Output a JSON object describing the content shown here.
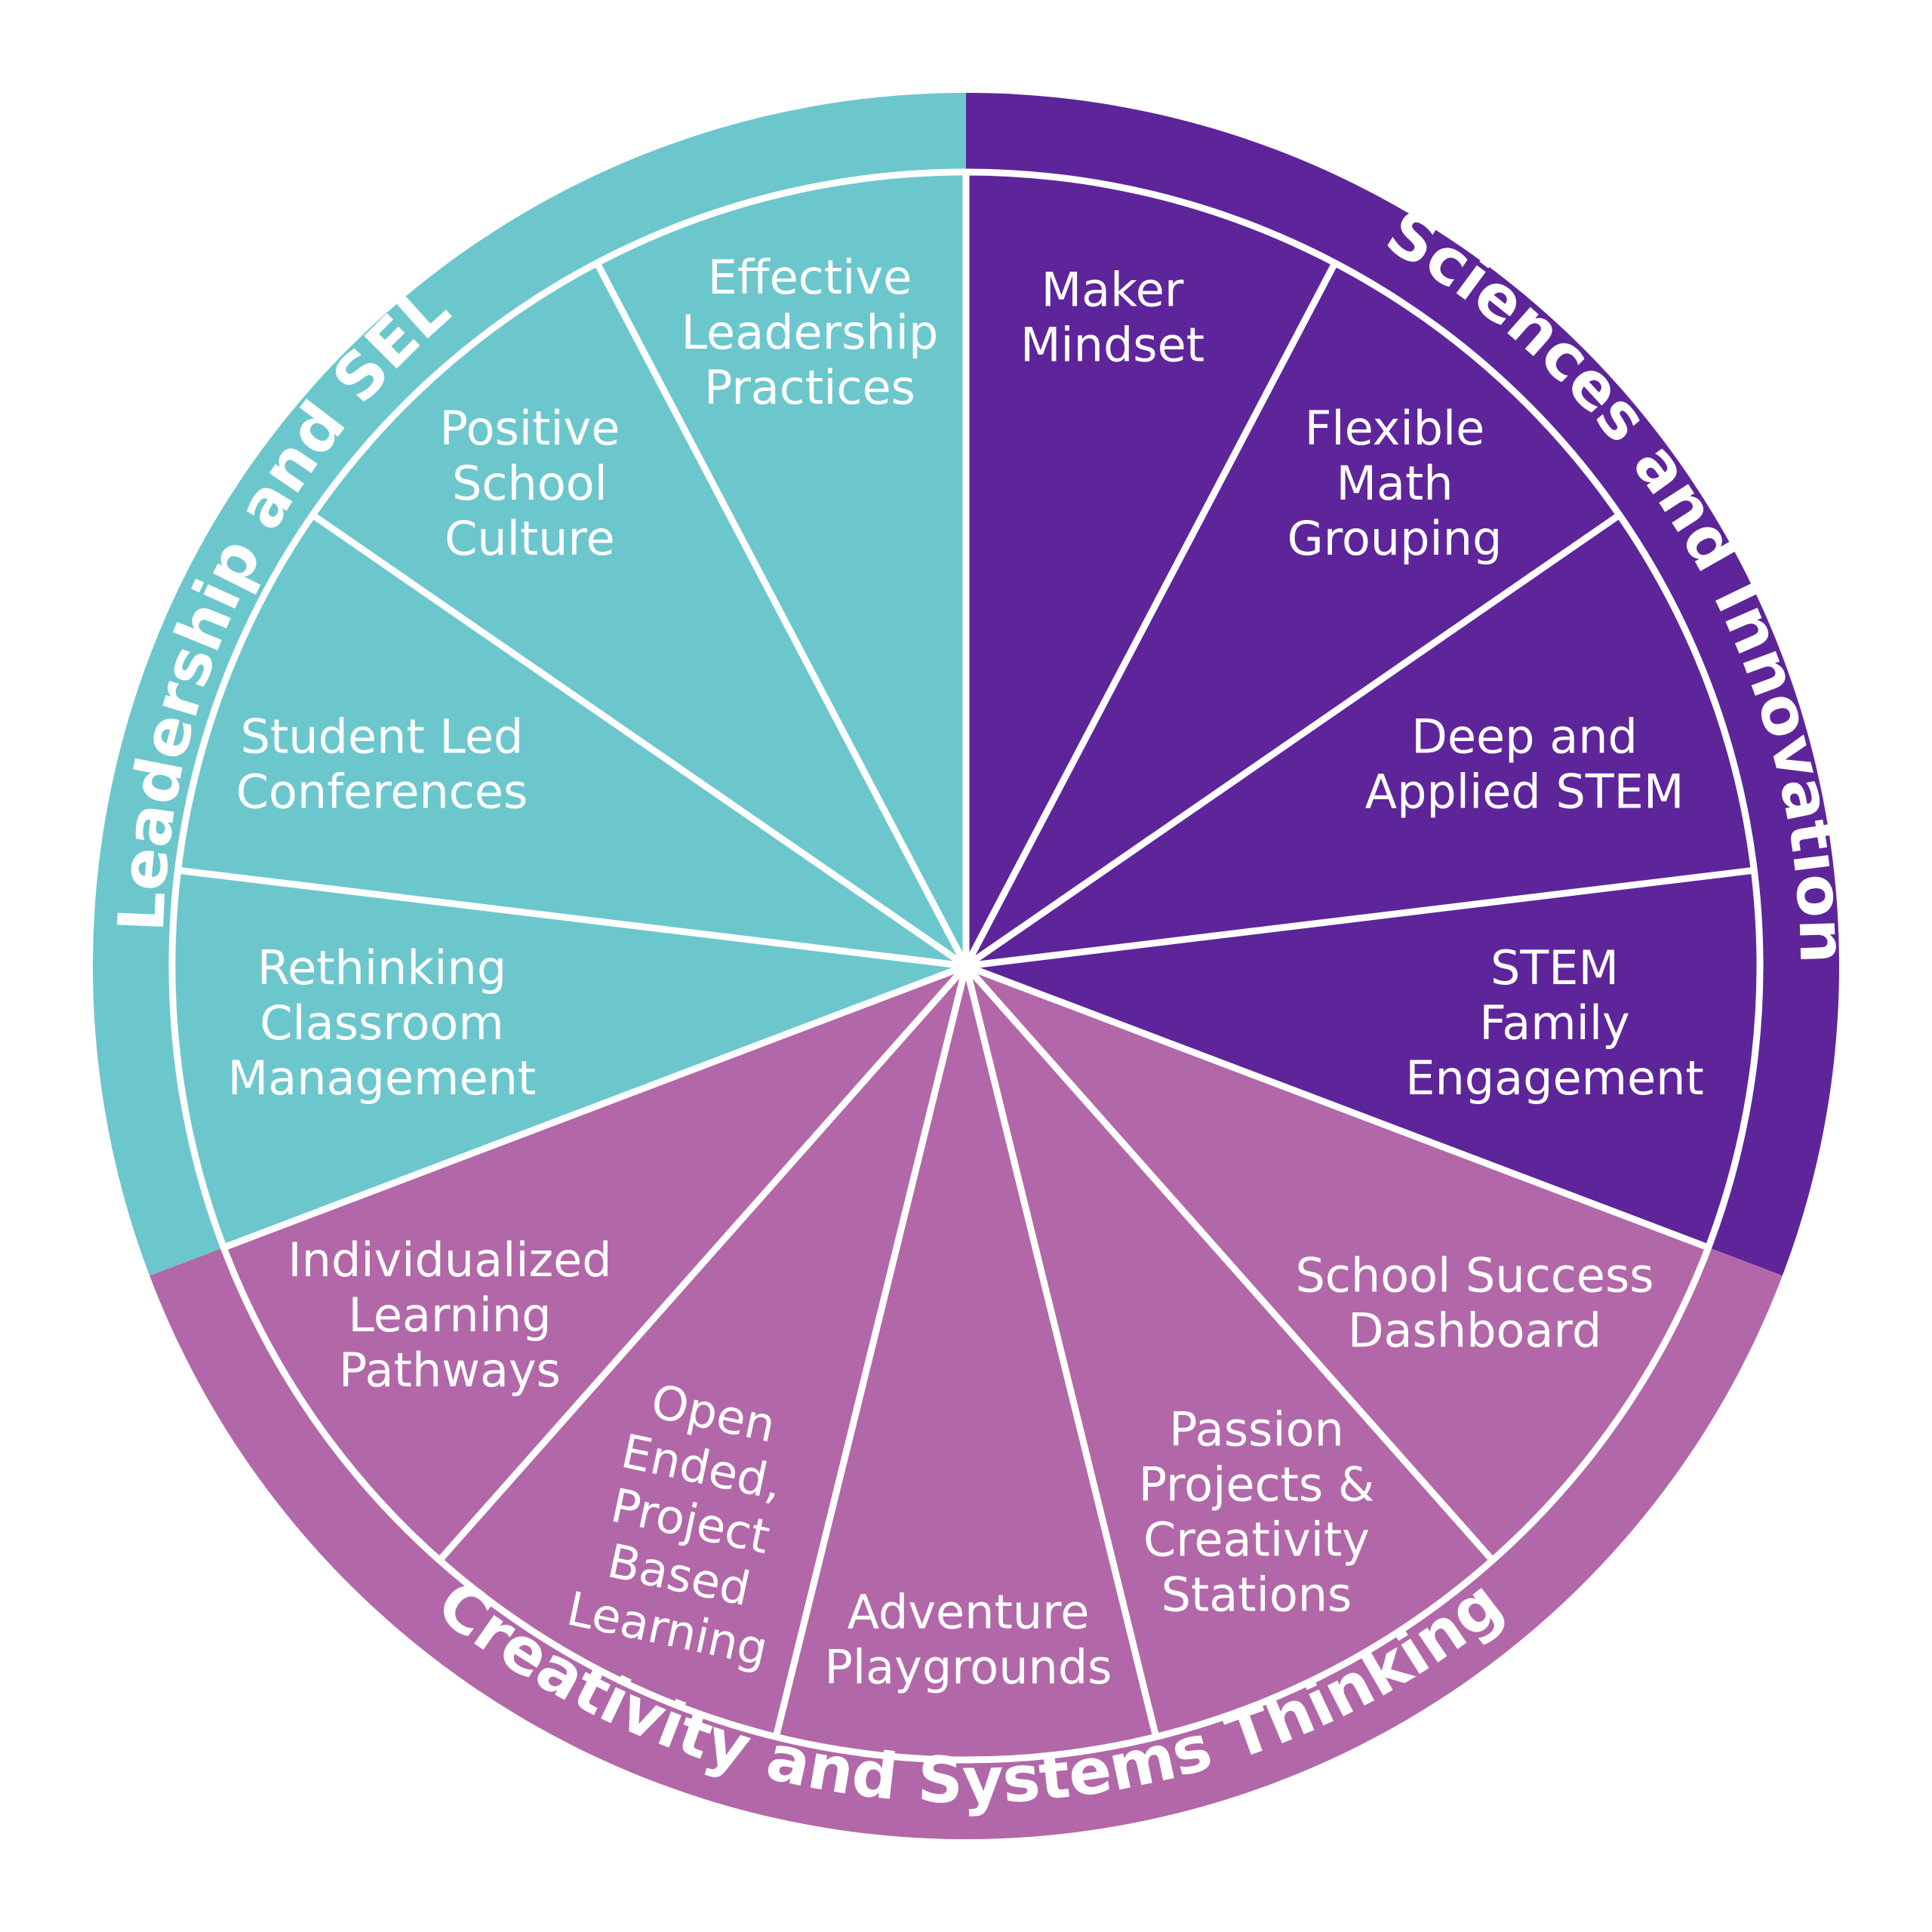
{
  "colors": {
    "teal": "#6CC7CD",
    "purple": "#5E259B",
    "mauve": "#B268A8",
    "divider": "#FFFFFF",
    "text": "#FFFFFF"
  },
  "categories": [
    {
      "id": "sciences",
      "title": "Sciences and Innovation",
      "color_key": "purple"
    },
    {
      "id": "creativity",
      "title": "Creativity and Systems Thinking",
      "color_key": "mauve"
    },
    {
      "id": "leadership",
      "title": "Leadership and SEL",
      "color_key": "teal"
    }
  ],
  "segments": [
    {
      "category": "sciences",
      "lines": [
        "Maker",
        "Mindset"
      ]
    },
    {
      "category": "sciences",
      "lines": [
        "Flexible",
        "Math",
        "Grouping"
      ]
    },
    {
      "category": "sciences",
      "lines": [
        "Deep and",
        "Applied STEM"
      ]
    },
    {
      "category": "sciences",
      "lines": [
        "STEM",
        "Family",
        "Engagement"
      ]
    },
    {
      "category": "creativity",
      "lines": [
        "School Success",
        "Dashboard"
      ]
    },
    {
      "category": "creativity",
      "lines": [
        "Passion",
        "Projects &",
        "Creativity",
        "Stations"
      ]
    },
    {
      "category": "creativity",
      "lines": [
        "Adventure",
        "Playgrounds"
      ]
    },
    {
      "category": "creativity",
      "lines": [
        "Open",
        "Ended,",
        "Project",
        "Based",
        "Learning"
      ]
    },
    {
      "category": "creativity",
      "lines": [
        "Individualized",
        "Learning",
        "Pathways"
      ]
    },
    {
      "category": "leadership",
      "lines": [
        "Rethinking",
        "Classroom",
        "Management"
      ]
    },
    {
      "category": "leadership",
      "lines": [
        "Student Led",
        "Conferences"
      ]
    },
    {
      "category": "leadership",
      "lines": [
        "Positive",
        "School",
        "Culture"
      ]
    },
    {
      "category": "leadership",
      "lines": [
        "Effective",
        "Leadership",
        "Practices"
      ]
    }
  ]
}
